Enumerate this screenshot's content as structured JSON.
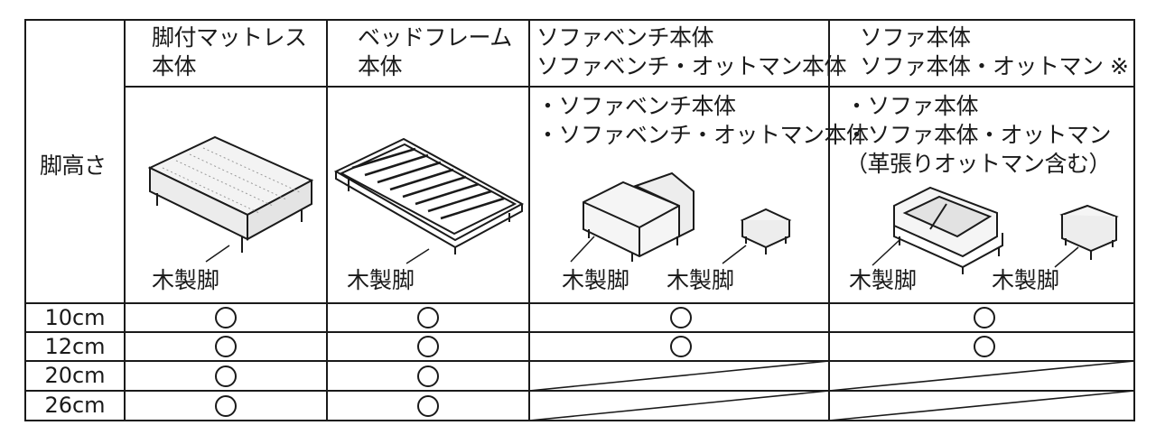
{
  "table": {
    "row_header": "脚高さ",
    "columns": [
      {
        "key": "mattress",
        "header_lines": [
          "脚付マットレス",
          "本体"
        ],
        "leg_labels": [
          "木製脚"
        ],
        "icon": "mattress-illustration"
      },
      {
        "key": "bedframe",
        "header_lines": [
          "ベッドフレーム",
          "本体"
        ],
        "leg_labels": [
          "木製脚"
        ],
        "icon": "bed-frame-illustration"
      },
      {
        "key": "sofabench",
        "header_lines": [
          "ソファベンチ本体",
          "ソファベンチ・オットマン本体"
        ],
        "notes": [
          "・ソファベンチ本体",
          "・ソファベンチ・オットマン本体"
        ],
        "leg_labels": [
          "木製脚",
          "木製脚"
        ],
        "icon": "sofa-bench-illustration"
      },
      {
        "key": "sofa",
        "header_lines": [
          "ソファ本体",
          "ソファ本体・オットマン ※"
        ],
        "notes": [
          "・ソファ本体",
          "・ソファ本体・オットマン",
          "（革張りオットマン含む）"
        ],
        "leg_labels": [
          "木製脚",
          "木製脚"
        ],
        "icon": "sofa-illustration"
      }
    ],
    "rows": [
      {
        "height": "10cm",
        "available": [
          true,
          true,
          true,
          true
        ]
      },
      {
        "height": "12cm",
        "available": [
          true,
          true,
          true,
          true
        ]
      },
      {
        "height": "20cm",
        "available": [
          true,
          true,
          false,
          false
        ]
      },
      {
        "height": "26cm",
        "available": [
          true,
          true,
          false,
          false
        ]
      }
    ]
  }
}
